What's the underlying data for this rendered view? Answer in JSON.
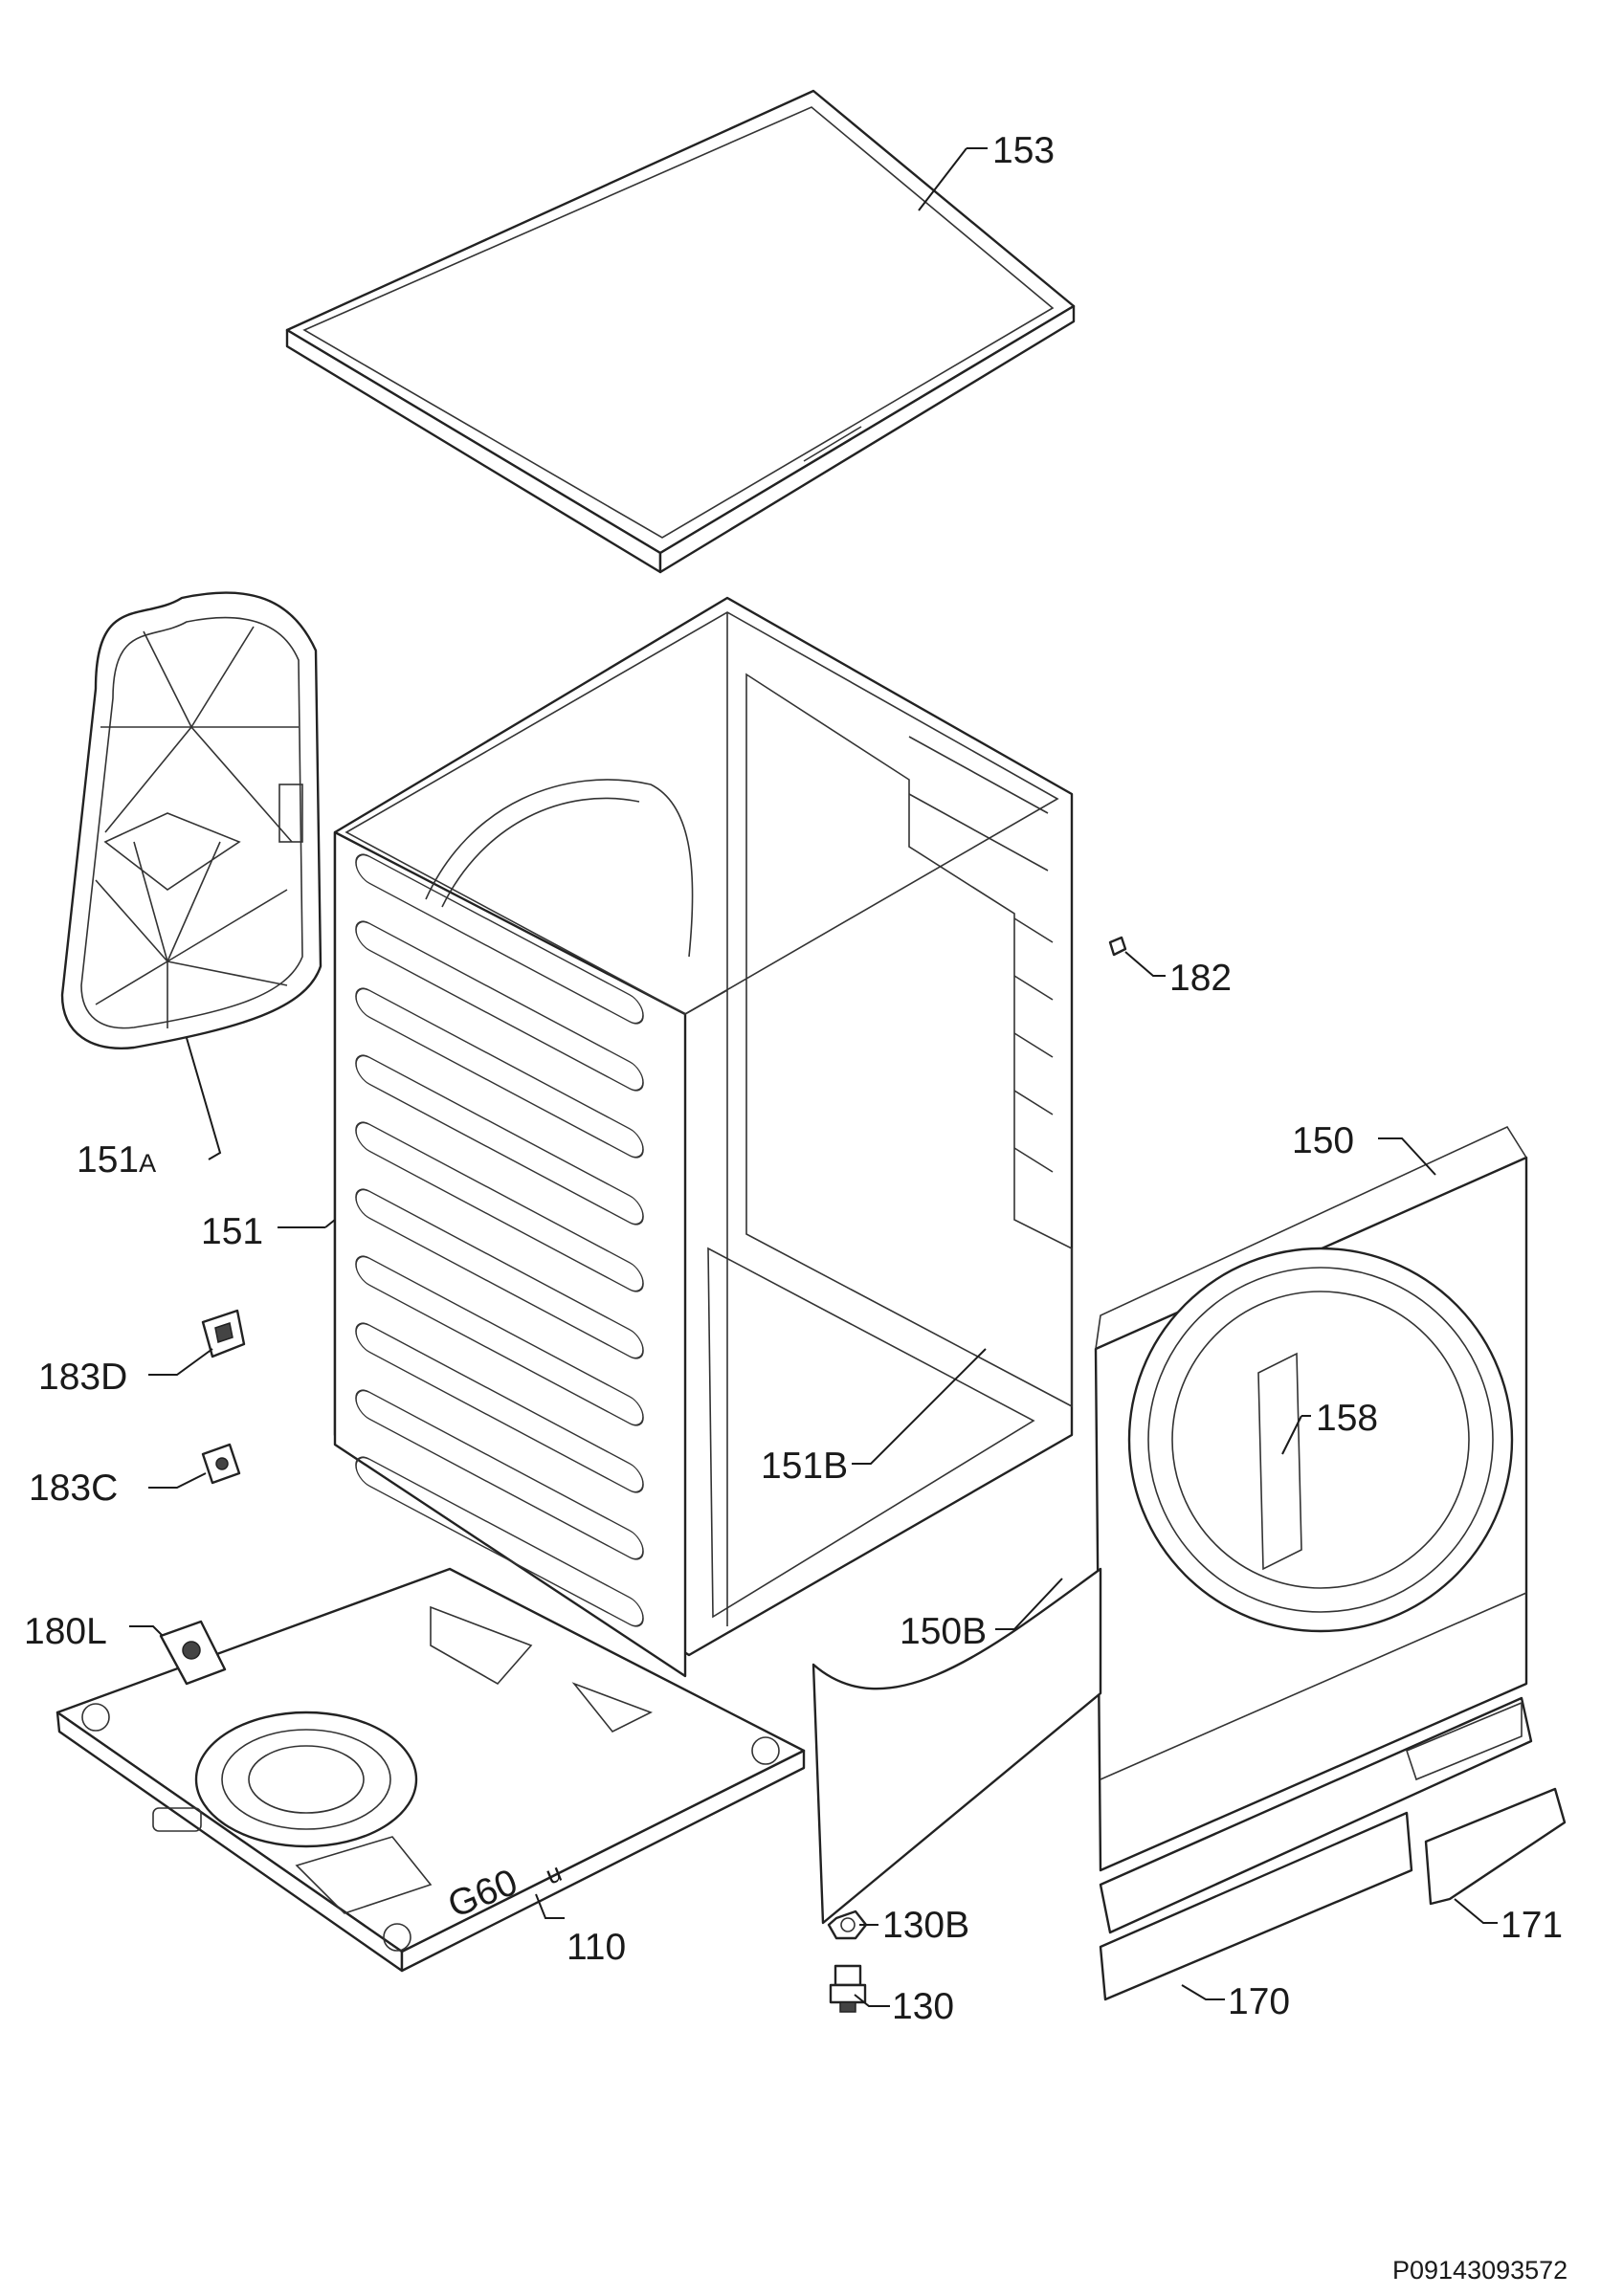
{
  "diagram": {
    "labels": {
      "l153": "153",
      "l182": "182",
      "l150": "150",
      "l151A": "151",
      "l151A_suffix": "A",
      "l151": "151",
      "l183D": "183D",
      "l183C": "183C",
      "l151B": "151B",
      "l158": "158",
      "l180L": "180L",
      "l150B": "150B",
      "l130B": "130B",
      "l110": "110",
      "l171": "171",
      "l130": "130",
      "l170": "170"
    },
    "base_marking": "G60",
    "base_marking_suffix": "u",
    "document_id": "P09143093572"
  }
}
